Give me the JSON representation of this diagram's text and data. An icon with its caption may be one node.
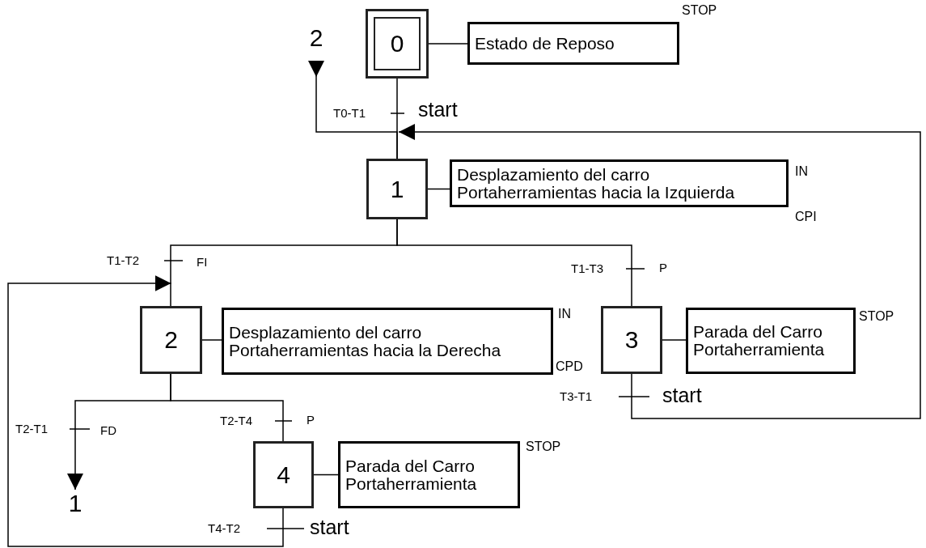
{
  "diagram": {
    "nodes": [
      {
        "text": [
          "0"
        ]
      },
      {
        "text": [
          "Estado de Reposo"
        ],
        "beside": [
          "STOP"
        ]
      },
      {
        "text": [
          "1"
        ]
      },
      {
        "text": [
          "Desplazamiento del carro Portaherramientas hacia la Izquierda"
        ],
        "beside": [
          "IN",
          "CPI"
        ]
      },
      {
        "text": [
          "2"
        ]
      },
      {
        "text": [
          "Desplazamiento del carro Portaherramientas hacia la Derecha"
        ],
        "beside": [
          "IN",
          "CPD"
        ]
      },
      {
        "text": [
          "3"
        ]
      },
      {
        "text": [
          "Parada del Carro Portaherramienta"
        ],
        "beside": [
          "STOP"
        ]
      },
      {
        "text": [
          "4"
        ]
      },
      {
        "text": [
          "Parada del Carro Portaherramienta"
        ],
        "beside": [
          "STOP"
        ]
      },
      {
        "text": [
          "2"
        ]
      },
      {
        "text": [
          "1"
        ]
      }
    ],
    "edges": [
      {
        "from": 0,
        "to": 1,
        "arrow": "none"
      },
      {
        "from": 0,
        "to": 2,
        "arrow": "none"
      },
      {
        "from": 2,
        "to": 3,
        "arrow": "none"
      },
      {
        "from": 2,
        "to": 4,
        "arrow": "none"
      },
      {
        "from": 2,
        "to": 6,
        "arrow": "none"
      },
      {
        "from": 4,
        "to": 5,
        "arrow": "none"
      },
      {
        "from": 4,
        "to": 11,
        "arrow": "to"
      },
      {
        "from": 4,
        "to": 8,
        "arrow": "none"
      },
      {
        "from": 6,
        "to": 7,
        "arrow": "none"
      },
      {
        "from": 6,
        "to": 2,
        "arrow": "to"
      },
      {
        "from": 8,
        "to": 9,
        "arrow": "none"
      },
      {
        "from": 8,
        "to": 4,
        "arrow": "to"
      },
      {
        "from": 2,
        "to": 10,
        "arrow": "to"
      }
    ],
    "labels": [
      "T0-T1",
      "start",
      "T1-T2",
      "FI",
      "T1-T3",
      "P",
      "T2-T4",
      "P",
      "T3-T1",
      "start",
      "T2-T1",
      "FD",
      "T4-T2",
      "start"
    ]
  }
}
